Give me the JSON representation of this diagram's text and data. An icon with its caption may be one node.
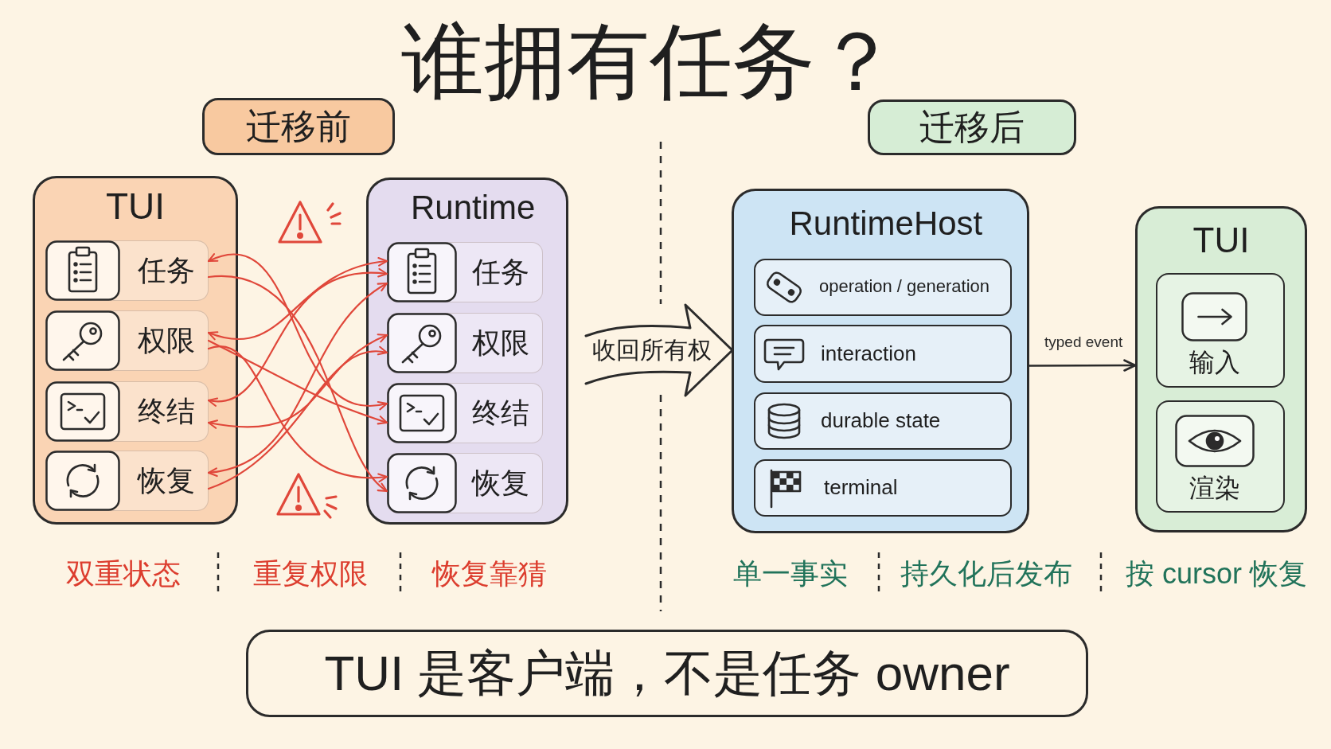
{
  "diagram": {
    "title": "谁拥有任务？",
    "nodes": [
      {
        "text": [
          "迁移前"
        ]
      },
      {
        "text": [
          "迁移后"
        ]
      },
      {
        "text": [
          "TUI"
        ]
      },
      {
        "text": [
          "任务"
        ],
        "in": 2
      },
      {
        "text": [
          "权限"
        ],
        "in": 2
      },
      {
        "text": [
          "终结"
        ],
        "in": 2
      },
      {
        "text": [
          "恢复"
        ],
        "in": 2
      },
      {
        "text": [
          "Runtime"
        ]
      },
      {
        "text": [
          "任务"
        ],
        "in": 7
      },
      {
        "text": [
          "权限"
        ],
        "in": 7
      },
      {
        "text": [
          "终结"
        ],
        "in": 7
      },
      {
        "text": [
          "恢复"
        ],
        "in": 7
      },
      {
        "text": [
          "收回所有权"
        ]
      },
      {
        "text": [
          "RuntimeHost"
        ]
      },
      {
        "text": [
          "operation / generation"
        ],
        "in": 13
      },
      {
        "text": [
          "interaction"
        ],
        "in": 13
      },
      {
        "text": [
          "durable state"
        ],
        "in": 13
      },
      {
        "text": [
          "terminal"
        ],
        "in": 13
      },
      {
        "text": [
          "TUI"
        ]
      },
      {
        "text": [
          "输入"
        ],
        "in": 18
      },
      {
        "text": [
          "渲染"
        ],
        "in": 18
      },
      {
        "text": [
          "TUI 是客户端，不是任务 owner"
        ]
      }
    ],
    "edges": [
      {
        "from": 3,
        "to": 10,
        "arrow": "both"
      },
      {
        "from": 3,
        "to": 11,
        "arrow": "to"
      },
      {
        "from": 4,
        "to": 8,
        "arrow": "both"
      },
      {
        "from": 4,
        "to": 11,
        "arrow": "to"
      },
      {
        "from": 4,
        "to": 10,
        "arrow": "to"
      },
      {
        "from": 5,
        "to": 8,
        "arrow": "both"
      },
      {
        "from": 5,
        "to": 9,
        "arrow": "both"
      },
      {
        "from": 6,
        "to": 8,
        "arrow": "both"
      },
      {
        "from": 6,
        "to": 9,
        "arrow": "to"
      },
      {
        "from": 13,
        "to": 18,
        "arrow": "to",
        "label": "typed event",
        "color": "#2a2a2a"
      }
    ],
    "labels": [
      "双重状态",
      "重复权限",
      "恢复靠猜",
      "单一事实",
      "持久化后发布",
      "按 cursor 恢复"
    ]
  }
}
